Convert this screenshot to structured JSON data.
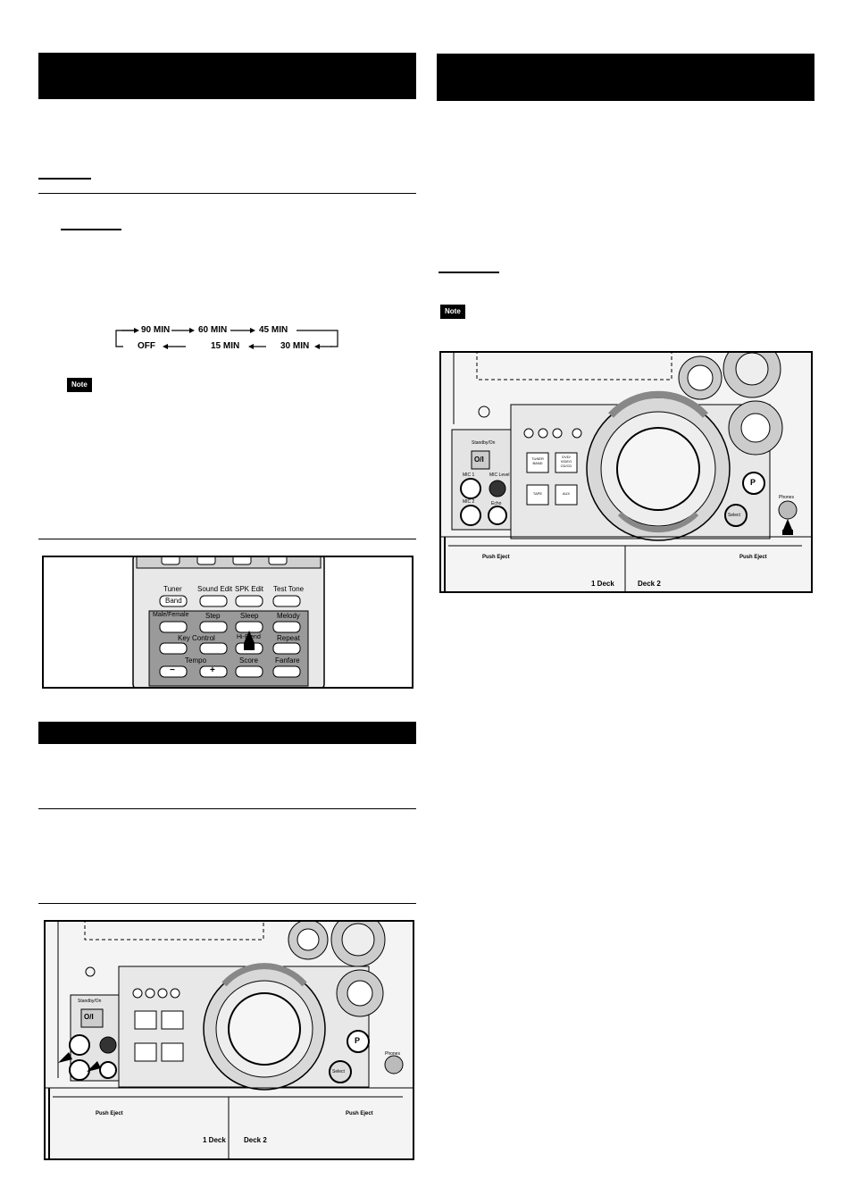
{
  "sleep": {
    "cycle_top": [
      "90 MIN",
      "60 MIN",
      "45 MIN"
    ],
    "cycle_bottom": [
      "OFF",
      "15 MIN",
      "30 MIN"
    ],
    "note_label": "Note"
  },
  "remote": {
    "row1": [
      "Tuner",
      "Sound Edit",
      "SPK Edit",
      "Test Tone"
    ],
    "row1_sub": "Band",
    "row2": [
      "Male/Female",
      "Step",
      "Sleep",
      "Melody"
    ],
    "key_control": "Key Control",
    "hi_blend": "Hi-Blend",
    "repeat": "Repeat",
    "tempo": "Tempo",
    "score": "Score",
    "fanfare": "Fanfare",
    "minus": "−",
    "plus": "+"
  },
  "right_section": {
    "note_label": "Note"
  },
  "front_panel": {
    "standby": "Standby/On",
    "power_symbol": "O/I",
    "mic1": "MIC 1",
    "mic2": "MIC 2",
    "mic_level": "MIC Level",
    "echo": "Echo",
    "buttons": [
      "TUNER BAND",
      "DVD/ VIDEO CD/CD",
      "TAPE",
      "AUX"
    ],
    "tape_eject_left": "Push Eject",
    "tape_eject_right": "Push Eject",
    "deck1": "1 Deck",
    "deck2": "Deck 2",
    "select": "Select",
    "phones": "Phones",
    "p_button": "P"
  }
}
